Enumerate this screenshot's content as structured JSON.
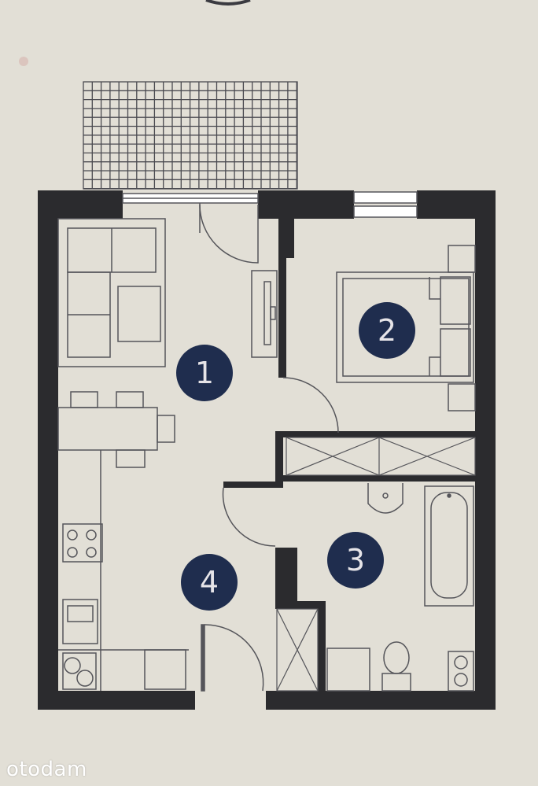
{
  "plan": {
    "colors": {
      "background": "#e2dfd6",
      "wall": "#2b2b2e",
      "line": "#55555a",
      "room_marker": "#1f2d4e",
      "room_marker_text": "#e6e4e8"
    },
    "rooms": [
      {
        "id": "room-1",
        "label": "1"
      },
      {
        "id": "room-2",
        "label": "2"
      },
      {
        "id": "room-3",
        "label": "3"
      },
      {
        "id": "room-4",
        "label": "4"
      }
    ]
  },
  "watermark": {
    "text": "otodam"
  }
}
